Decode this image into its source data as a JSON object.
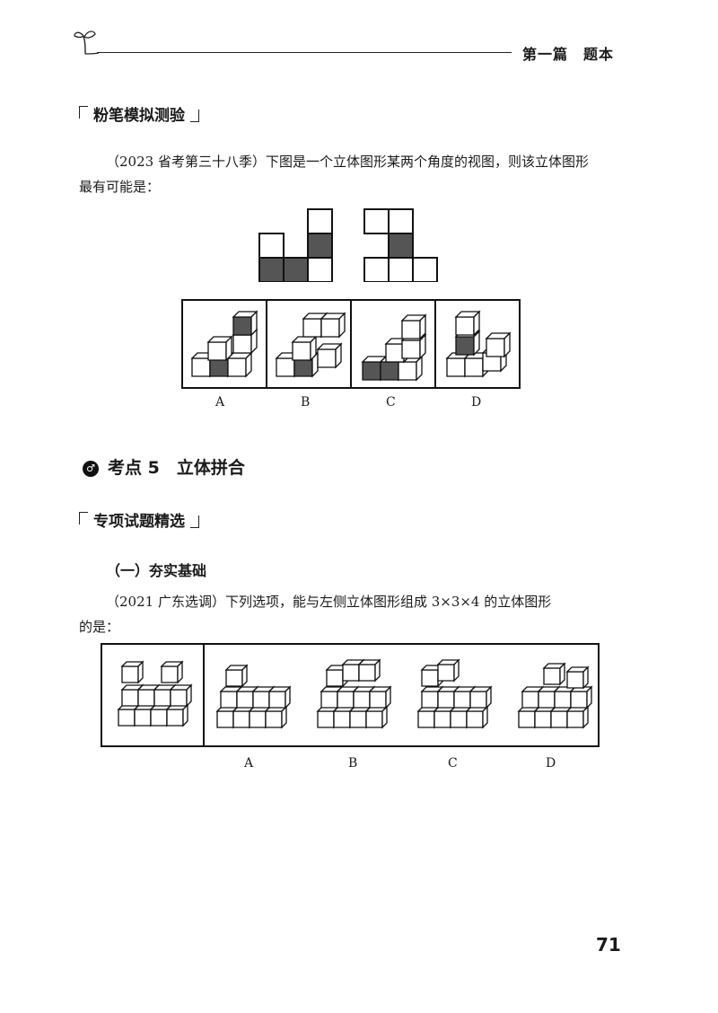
{
  "header": {
    "title": "第一篇　题本",
    "icon": "sprout-icon"
  },
  "section1": {
    "title": "粉笔模拟测验"
  },
  "q1": {
    "text_line1": "（2023 省考第三十八季）下图是一个立体图形某两个角度的视图，则该立体图形",
    "text_line2": "最有可能是：",
    "options": [
      "A",
      "B",
      "C",
      "D"
    ]
  },
  "kaodian": {
    "icon": "kaodian-icon",
    "title": "考点 5　立体拼合"
  },
  "section2": {
    "title": "专项试题精选"
  },
  "subsection": {
    "title": "（一）夯实基础"
  },
  "q2": {
    "text_line1": "（2021 广东选调）下列选项，能与左侧立体图形组成 3×3×4 的立体图形",
    "text_line2": "的是：",
    "options": [
      "A",
      "B",
      "C",
      "D"
    ]
  },
  "page_number": "71",
  "colors": {
    "ink": "#1a1a1a",
    "shade": "#555555"
  }
}
